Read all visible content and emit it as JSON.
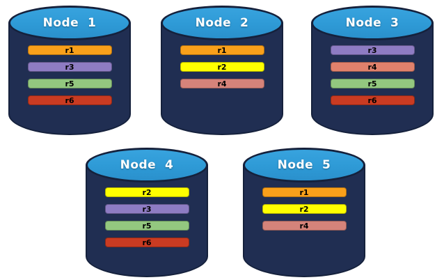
{
  "colors": {
    "background": "#ffffff",
    "cylinder_body": "#202e52",
    "cylinder_outline": "#15213c",
    "cylinder_top": "#2e9ad6",
    "title_text": "#ffffff",
    "bar_text": "#000000"
  },
  "nodes": [
    {
      "title": "Node  1",
      "bars": [
        {
          "label": "r1",
          "color": "#f9a01b"
        },
        {
          "label": "r3",
          "color": "#8e7cc3"
        },
        {
          "label": "r5",
          "color": "#93c77f"
        },
        {
          "label": "r6",
          "color": "#c93b22"
        }
      ]
    },
    {
      "title": "Node  2",
      "bars": [
        {
          "label": "r1",
          "color": "#f9a01b"
        },
        {
          "label": "r2",
          "color": "#ffff00"
        },
        {
          "label": "r4",
          "color": "#d5837a"
        }
      ]
    },
    {
      "title": "Node  3",
      "bars": [
        {
          "label": "r3",
          "color": "#8e7cc3"
        },
        {
          "label": "r4",
          "color": "#e0816c"
        },
        {
          "label": "r5",
          "color": "#93c77f"
        },
        {
          "label": "r6",
          "color": "#c93b22"
        }
      ]
    },
    {
      "title": "Node  4",
      "bars": [
        {
          "label": "r2",
          "color": "#ffff00"
        },
        {
          "label": "r3",
          "color": "#8e7cc3"
        },
        {
          "label": "r5",
          "color": "#93c77f"
        },
        {
          "label": "r6",
          "color": "#c93b22"
        }
      ]
    },
    {
      "title": "Node  5",
      "bars": [
        {
          "label": "r1",
          "color": "#f9a01b"
        },
        {
          "label": "r2",
          "color": "#ffff00"
        },
        {
          "label": "r4",
          "color": "#d5837a"
        }
      ]
    }
  ]
}
